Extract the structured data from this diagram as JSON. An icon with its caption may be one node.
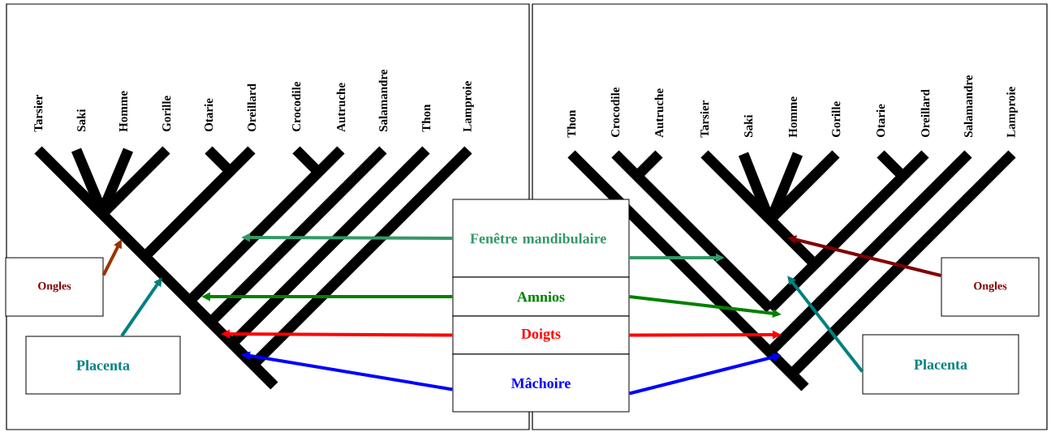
{
  "diagram": {
    "nodes": [
      {
        "text": [
          "Ongles"
        ]
      },
      {
        "text": [
          "Placenta"
        ]
      },
      {
        "text": [
          "Fenêtre mandibulaire"
        ]
      },
      {
        "text": [
          "Amnios"
        ]
      },
      {
        "text": [
          "Doigts"
        ]
      },
      {
        "text": [
          "Mâchoire"
        ]
      },
      {
        "text": [
          "Ongles"
        ]
      },
      {
        "text": [
          "Placenta"
        ]
      }
    ],
    "edges": [
      {
        "from": 0,
        "to": null,
        "arrow": "to",
        "color": "#993300"
      },
      {
        "from": 1,
        "to": null,
        "arrow": "to",
        "color": "#008080"
      },
      {
        "from": 2,
        "to": null,
        "arrow": "to",
        "color": "#339966"
      },
      {
        "from": 3,
        "to": null,
        "arrow": "to",
        "color": "#008000"
      },
      {
        "from": 4,
        "to": null,
        "arrow": "to",
        "color": "#ff0000"
      },
      {
        "from": 5,
        "to": null,
        "arrow": "to",
        "color": "#0000ff"
      },
      {
        "from": 2,
        "to": null,
        "arrow": "to",
        "color": "#339966"
      },
      {
        "from": 3,
        "to": null,
        "arrow": "to",
        "color": "#008000"
      },
      {
        "from": 4,
        "to": null,
        "arrow": "to",
        "color": "#ff0000"
      },
      {
        "from": 5,
        "to": null,
        "arrow": "to",
        "color": "#0000ff"
      },
      {
        "from": 6,
        "to": null,
        "arrow": "to",
        "color": "#800000"
      },
      {
        "from": 7,
        "to": null,
        "arrow": "to",
        "color": "#008080"
      }
    ],
    "labels": [
      "Tarsier",
      "Saki",
      "Homme",
      "Gorille",
      "Otarie",
      "Oreillard",
      "Crocodile",
      "Autruche",
      "Salamandre",
      "Thon",
      "Lamproie",
      "Thon",
      "Crocodile",
      "Autruche",
      "Tarsier",
      "Saki",
      "Homme",
      "Gorille",
      "Otarie",
      "Oreillard",
      "Salamandre",
      "Lamproie"
    ]
  }
}
